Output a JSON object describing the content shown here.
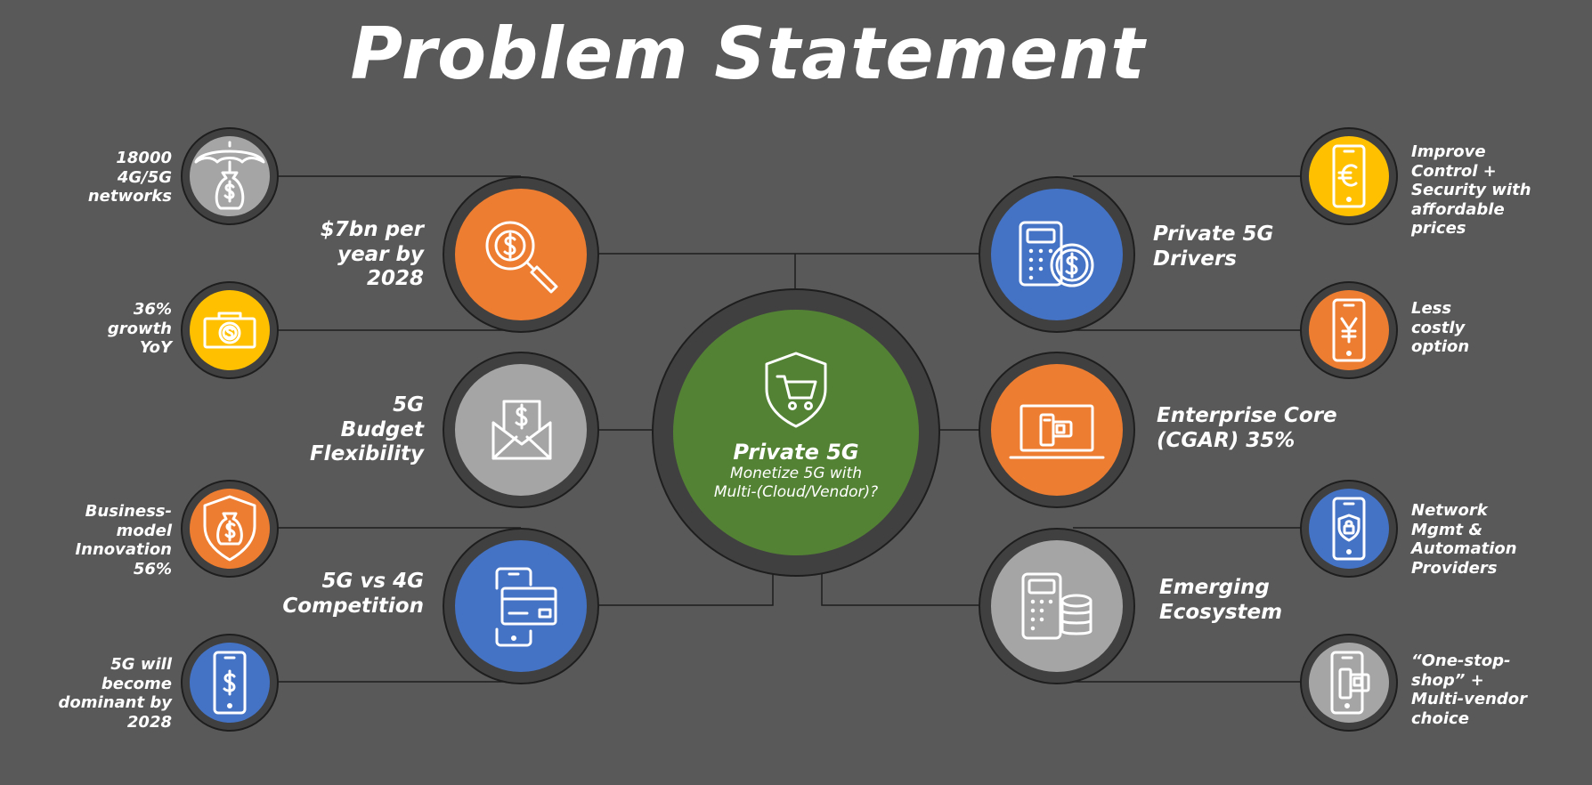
{
  "title": "Problem Statement",
  "center": {
    "title": "Private 5G",
    "subtitle_line1": "Monetize 5G with",
    "subtitle_line2": "Multi-(Cloud/Vendor)?",
    "icon": "shield-cart-icon",
    "color": "#548235"
  },
  "left": {
    "budget_growth": {
      "label": [
        "$7bn per",
        "year by",
        "2028"
      ],
      "icon": "magnifier-dollar-icon",
      "color": "#ED7D31"
    },
    "budget_flex": {
      "label": [
        "5G",
        "Budget",
        "Flexibility"
      ],
      "icon": "envelope-dollar-icon",
      "color": "#A5A5A5"
    },
    "competition": {
      "label": [
        "5G vs 4G",
        "Competition"
      ],
      "icon": "phone-card-icon",
      "color": "#4472C4"
    },
    "networks": {
      "label": [
        "18000",
        "4G/5G",
        "networks"
      ],
      "icon": "umbrella-moneybag-icon",
      "color": "#A5A5A5"
    },
    "growth": {
      "label": [
        "36%",
        "growth",
        "YoY"
      ],
      "icon": "cash-icon",
      "color": "#FFC000"
    },
    "innovation": {
      "label": [
        "Business-",
        "model",
        "Innovation",
        "56%"
      ],
      "icon": "shield-moneybag-icon",
      "color": "#ED7D31"
    },
    "dominant": {
      "label": [
        "5G will",
        "become",
        "dominant by",
        "2028"
      ],
      "icon": "phone-dollar-icon",
      "color": "#4472C4"
    }
  },
  "right": {
    "drivers": {
      "label": [
        "Private 5G",
        "Drivers"
      ],
      "icon": "calculator-coin-icon",
      "color": "#4472C4"
    },
    "enterprise": {
      "label": [
        "Enterprise Core",
        "(CGAR) 35%"
      ],
      "icon": "laptop-payment-icon",
      "color": "#ED7D31"
    },
    "ecosystem": {
      "label": [
        "Emerging",
        "Ecosystem"
      ],
      "icon": "calculator-coins-icon",
      "color": "#A5A5A5"
    },
    "control": {
      "label": [
        "Improve",
        "Control +",
        "Security with",
        "affordable",
        "prices"
      ],
      "icon": "phone-euro-icon",
      "color": "#FFC000"
    },
    "costly": {
      "label": [
        "Less",
        "costly",
        "option"
      ],
      "icon": "phone-yen-icon",
      "color": "#ED7D31"
    },
    "network_mgmt": {
      "label": [
        "Network",
        "Mgmt &",
        "Automation",
        "Providers"
      ],
      "icon": "phone-lock-icon",
      "color": "#4472C4"
    },
    "one_stop": {
      "label": [
        "“One-stop-",
        "shop” +",
        "Multi-vendor",
        "choice"
      ],
      "icon": "phone-card-reader-icon",
      "color": "#A5A5A5"
    }
  }
}
